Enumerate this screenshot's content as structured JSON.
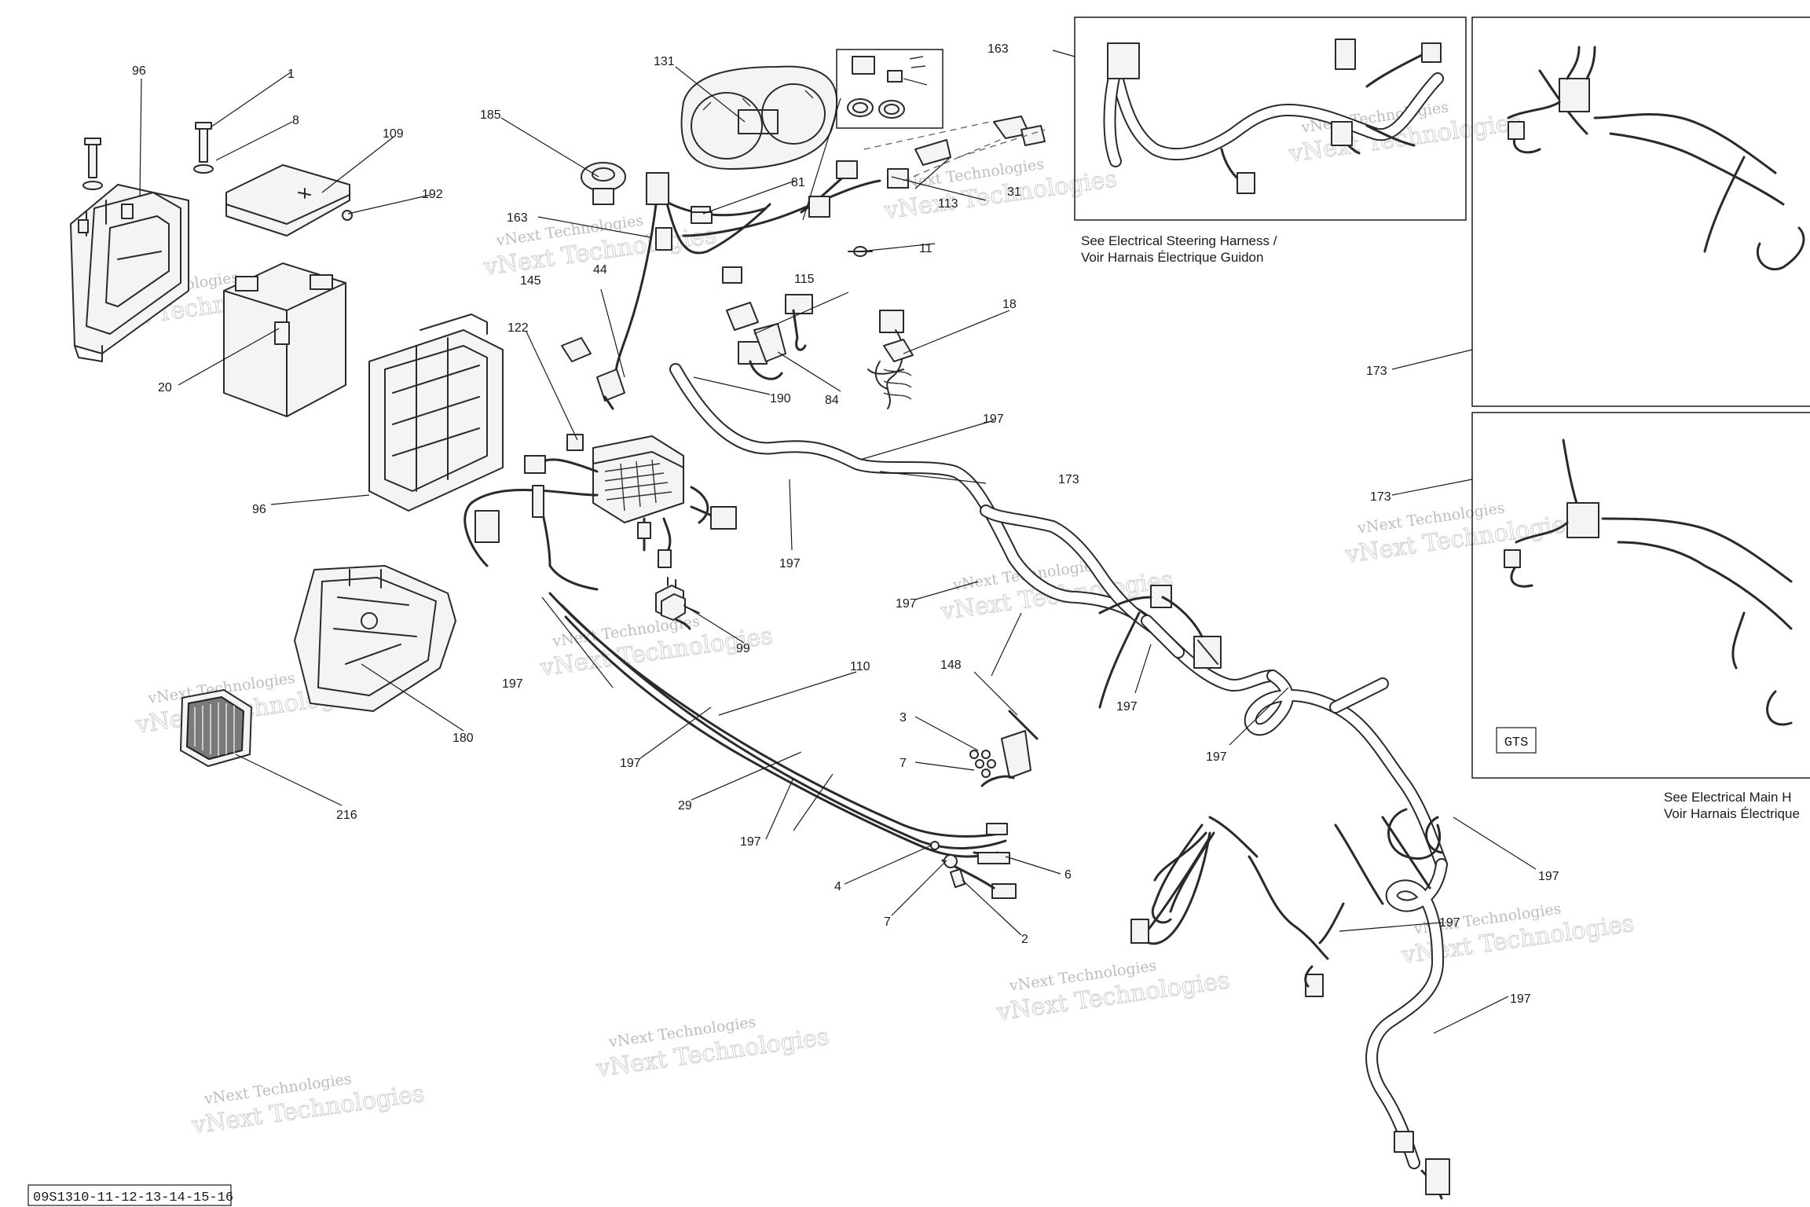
{
  "reference_code": "09S1310-11-12-13-14-15-16",
  "inset_badge": "GTS",
  "notes": {
    "steering_line1": "See Electrical Steering Harness /",
    "steering_line2": "Voir Harnais Électrique Guidon",
    "main_line1": "See Electrical Main H",
    "main_line2": "Voir Harnais Électrique"
  },
  "watermark": {
    "small": "vNext Technologies",
    "large": "vNext Technologies"
  },
  "callouts": [
    "1",
    "8",
    "96",
    "109",
    "192",
    "20",
    "96",
    "131",
    "185",
    "163",
    "81",
    "31",
    "113",
    "145",
    "44",
    "115",
    "11",
    "122",
    "18",
    "84",
    "190",
    "197",
    "173",
    "197",
    "197",
    "99",
    "197",
    "148",
    "3",
    "7",
    "110",
    "197",
    "29",
    "197",
    "4",
    "7",
    "6",
    "2",
    "197",
    "197",
    "197",
    "197",
    "197",
    "180",
    "216",
    "163",
    "173",
    "173"
  ]
}
